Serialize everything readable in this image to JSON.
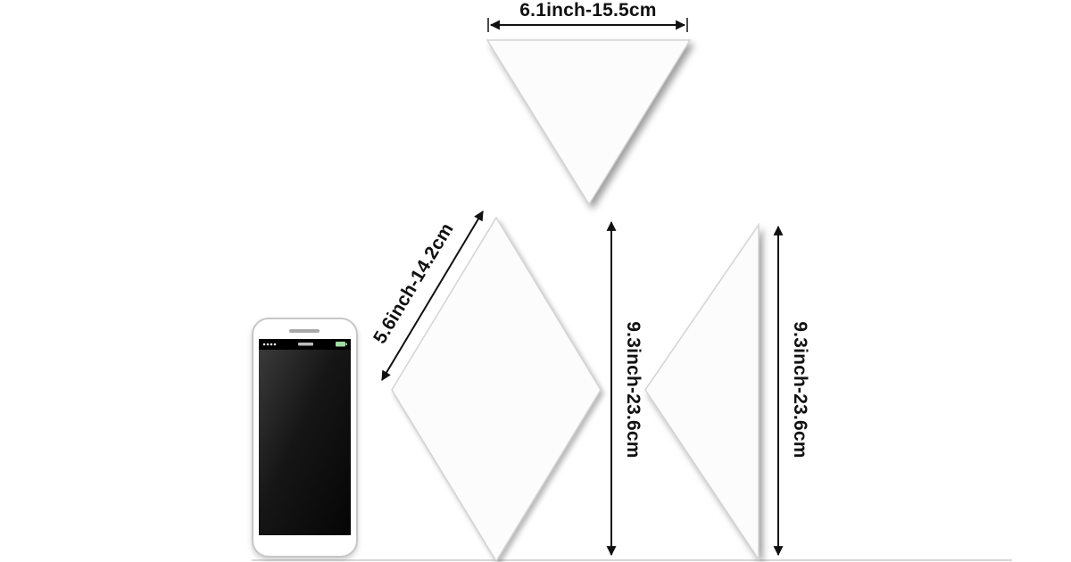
{
  "diagram": {
    "top_triangle": {
      "width_label": "6.1inch-15.5cm"
    },
    "rhombus": {
      "side_label": "5.6inch-14.2cm",
      "height_label": "9.3inch-23.6cm"
    },
    "side_triangle": {
      "height_label": "9.3inch-23.6cm"
    }
  },
  "colors": {
    "shape_fill": "#fcfcfc",
    "shape_stroke": "#d4d4d4",
    "dimension": "#111111",
    "ground_line": "#d8d8d8",
    "phone_body": "#ffffff",
    "phone_screen_dark": "#141414",
    "battery": "#9fdc9f"
  }
}
